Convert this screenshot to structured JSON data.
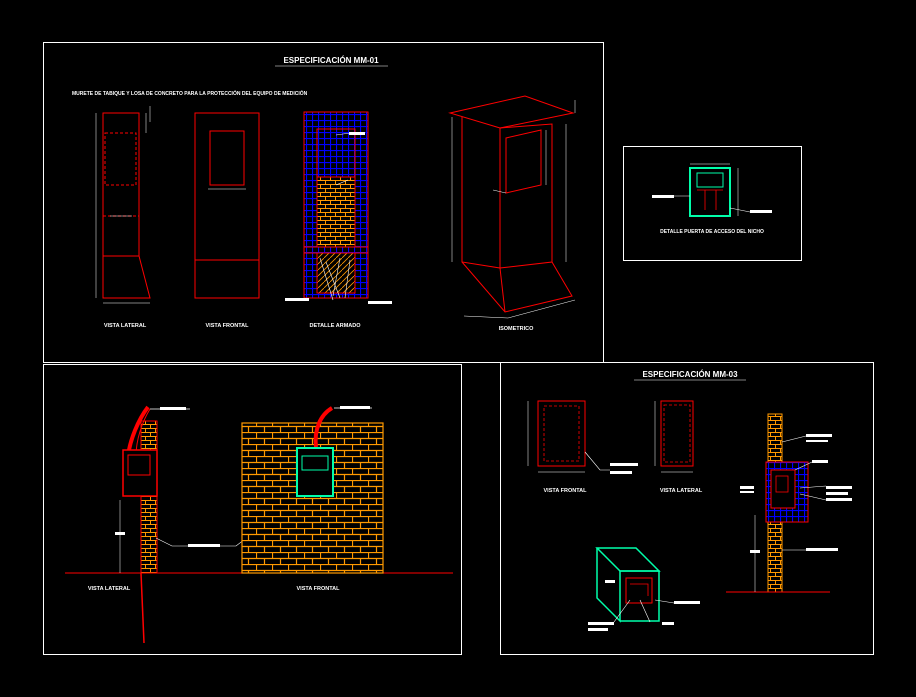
{
  "colors": {
    "background": "#000000",
    "frame": "#ffffff",
    "structure": "#ff0000",
    "brick": "#ff9900",
    "mesh": "#0000ff",
    "box": "#00ffaa",
    "dimension": "#ffffff"
  },
  "sheet_top_left": {
    "title": "ESPECIFICACIÓN MM-01",
    "subtitle": "MURETE DE TABIQUE Y LOSA DE CONCRETO PARA LA PROTECCIÓN DEL EQUIPO DE MEDICIÓN",
    "views": {
      "lateral": "VISTA LATERAL",
      "frontal": "VISTA FRONTAL",
      "armado": "DETALLE ARMADO",
      "isometrico": "ISOMETRICO"
    }
  },
  "sheet_top_right": {
    "caption": "DETALLE PUERTA DE ACCESO DEL NICHO"
  },
  "sheet_bottom_left": {
    "views": {
      "lateral": "VISTA LATERAL",
      "frontal": "VISTA FRONTAL"
    }
  },
  "sheet_bottom_right": {
    "title": "ESPECIFICACIÓN MM-03",
    "views": {
      "frontal": "VISTA FRONTAL",
      "lateral": "VISTA LATERAL"
    }
  }
}
